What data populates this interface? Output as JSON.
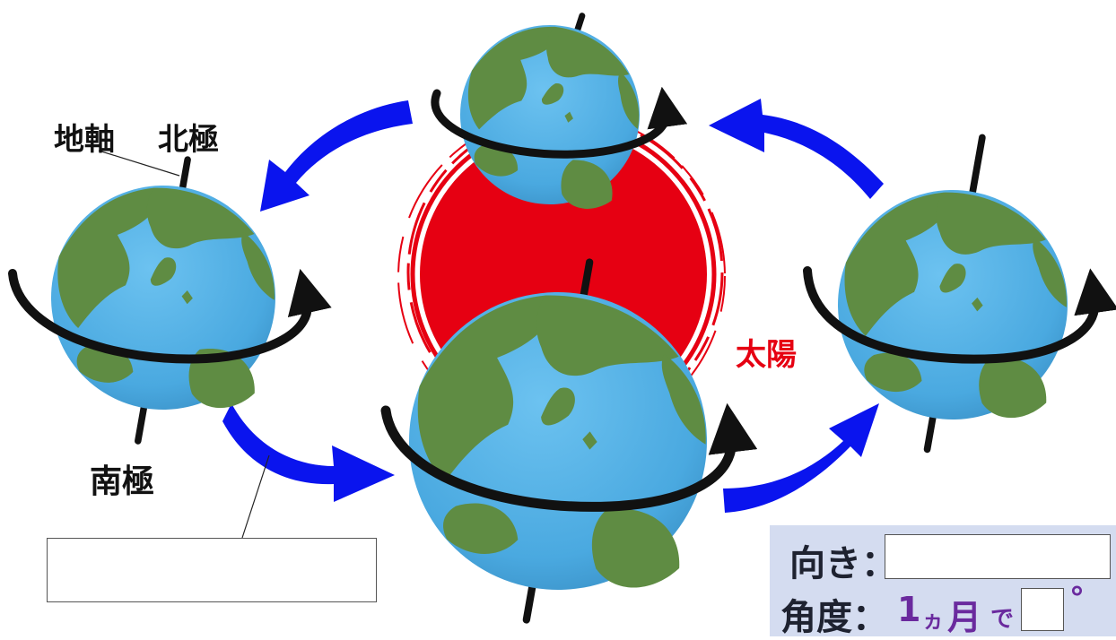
{
  "labels": {
    "axis": "地軸",
    "north_pole": "北極",
    "south_pole": "南極",
    "sun": "太陽"
  },
  "panel": {
    "direction_label": "向き：",
    "direction_value": "",
    "angle_label": "角度：",
    "month_number": "1",
    "month_unit": "ヵ",
    "month_word": "月",
    "particle": "で",
    "angle_value": "",
    "degree_symbol": "°"
  },
  "answer_box_left": "",
  "colors": {
    "sun": "#e60012",
    "orbit_arrow": "#0a14ee",
    "rotation_arrow": "#111111",
    "ocean": "#4aa9e0",
    "land": "#5f8c43",
    "panel_bg": "#d4dcf0",
    "accent_purple": "#6a2a9e"
  },
  "icons": [
    "earth-icon",
    "sun-icon",
    "orbit-arrow-icon",
    "rotation-arrow-icon"
  ]
}
